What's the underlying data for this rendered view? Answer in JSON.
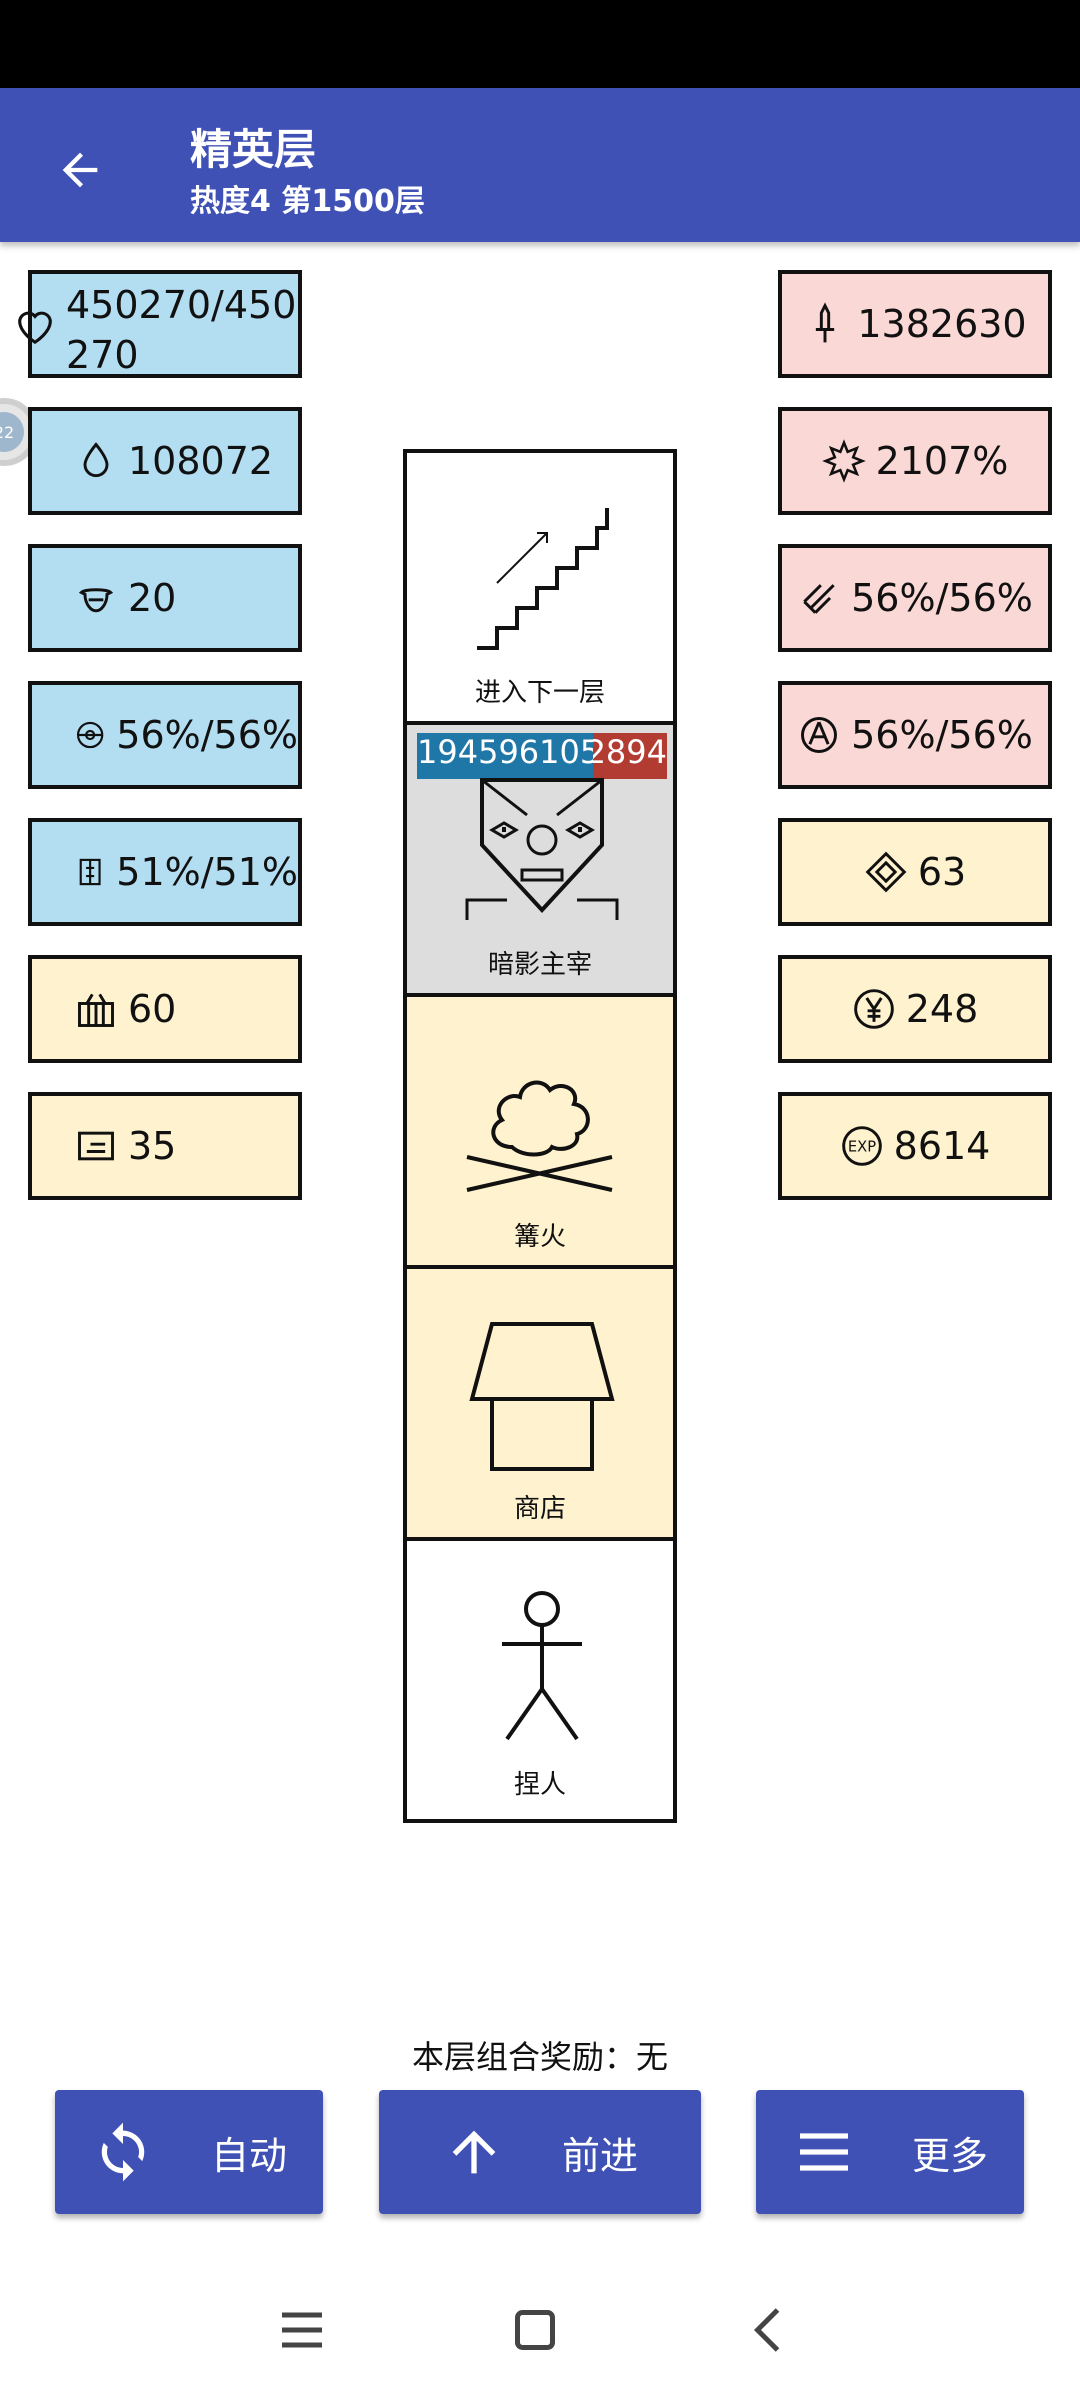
{
  "header": {
    "title": "精英层",
    "subtitle": "热度4 第1500层",
    "back_icon": "arrow-left-icon"
  },
  "left_stats": [
    {
      "icon": "heart-icon",
      "value": "450270/450270",
      "color": "blue"
    },
    {
      "icon": "droplet-icon",
      "value": "108072",
      "color": "blue"
    },
    {
      "icon": "helmet-icon",
      "value": "20",
      "color": "blue"
    },
    {
      "icon": "shield-disc-icon",
      "value": "56%/56%",
      "color": "blue"
    },
    {
      "icon": "armor-icon",
      "value": "51%/51%",
      "color": "blue"
    },
    {
      "icon": "gift-icon",
      "value": "60",
      "color": "yellow"
    },
    {
      "icon": "scroll-icon",
      "value": "35",
      "color": "yellow"
    }
  ],
  "right_stats": [
    {
      "icon": "sword-icon",
      "value": "1382630",
      "color": "pink"
    },
    {
      "icon": "burst-icon",
      "value": "2107%",
      "color": "pink"
    },
    {
      "icon": "slash-icon",
      "value": "56%/56%",
      "color": "pink"
    },
    {
      "icon": "target-icon",
      "value": "56%/56%",
      "color": "pink"
    },
    {
      "icon": "diamond-icon",
      "value": "63",
      "color": "yellow"
    },
    {
      "icon": "yen-coin-icon",
      "value": "248",
      "color": "yellow"
    },
    {
      "icon": "exp-icon",
      "value": "8614",
      "color": "yellow"
    }
  ],
  "tower": {
    "cells": [
      {
        "label": "进入下一层",
        "type": "stairs"
      },
      {
        "label": "暗影主宰",
        "type": "enemy",
        "hp_left": "194596105",
        "hp_right": "2894",
        "hp_fraction": 0.7
      },
      {
        "label": "篝火",
        "type": "campfire"
      },
      {
        "label": "商店",
        "type": "shop"
      },
      {
        "label": "捏人",
        "type": "character"
      }
    ]
  },
  "bonus_text": "本层组合奖励：无",
  "buttons": {
    "auto": "自动",
    "forward": "前进",
    "more": "更多"
  },
  "side_bubble": "22",
  "colors": {
    "primary": "#3f51b5",
    "blue_tile": "#b3def2",
    "pink_tile": "#fad8d6",
    "yellow_tile": "#fff2cf",
    "shadow_cell": "#dddddd"
  }
}
